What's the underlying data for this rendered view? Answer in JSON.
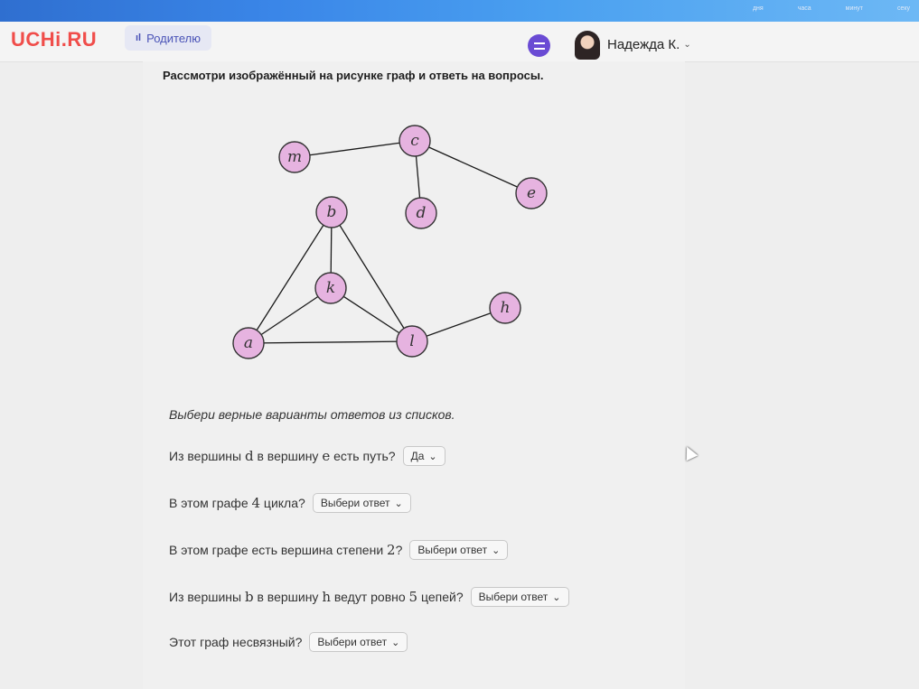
{
  "header": {
    "logo": "UCHi.RU",
    "parent_label": "Родителю",
    "user_name": "Надежда К."
  },
  "timer_units": [
    "дня",
    "часа",
    "минут",
    "секу"
  ],
  "task": {
    "title": "Рассмотри изображённый на рисунке граф и ответь на вопросы.",
    "instruction": "Выбери верные варианты ответов из списков."
  },
  "graph": {
    "nodes": [
      {
        "id": "m",
        "label": "m"
      },
      {
        "id": "c",
        "label": "c"
      },
      {
        "id": "d",
        "label": "d"
      },
      {
        "id": "e",
        "label": "e"
      },
      {
        "id": "b",
        "label": "b"
      },
      {
        "id": "k",
        "label": "k"
      },
      {
        "id": "h",
        "label": "h"
      },
      {
        "id": "a",
        "label": "a"
      },
      {
        "id": "l",
        "label": "l"
      }
    ],
    "edges": [
      [
        "m",
        "c"
      ],
      [
        "c",
        "d"
      ],
      [
        "c",
        "e"
      ],
      [
        "b",
        "k"
      ],
      [
        "b",
        "a"
      ],
      [
        "b",
        "l"
      ],
      [
        "k",
        "a"
      ],
      [
        "k",
        "l"
      ],
      [
        "a",
        "l"
      ],
      [
        "l",
        "h"
      ]
    ]
  },
  "questions": [
    {
      "parts": [
        "Из вершины ",
        "d",
        " в вершину ",
        "e",
        " есть путь?"
      ],
      "selected": "Да"
    },
    {
      "parts": [
        "В этом графе ",
        "4",
        " цикла?"
      ],
      "selected": "Выбери ответ"
    },
    {
      "parts": [
        "В этом графе есть вершина степени ",
        "2",
        "?"
      ],
      "selected": "Выбери ответ"
    },
    {
      "parts": [
        "Из вершины ",
        "b",
        " в вершину ",
        "h",
        " ведут ровно ",
        "5",
        " цепей?"
      ],
      "selected": "Выбери ответ"
    },
    {
      "parts": [
        "Этот граф несвязный?"
      ],
      "selected": "Выбери ответ"
    }
  ],
  "colors": {
    "node_fill": "#e6b3e0",
    "logo": "#f04d4a",
    "accent": "#6a4bd4"
  }
}
